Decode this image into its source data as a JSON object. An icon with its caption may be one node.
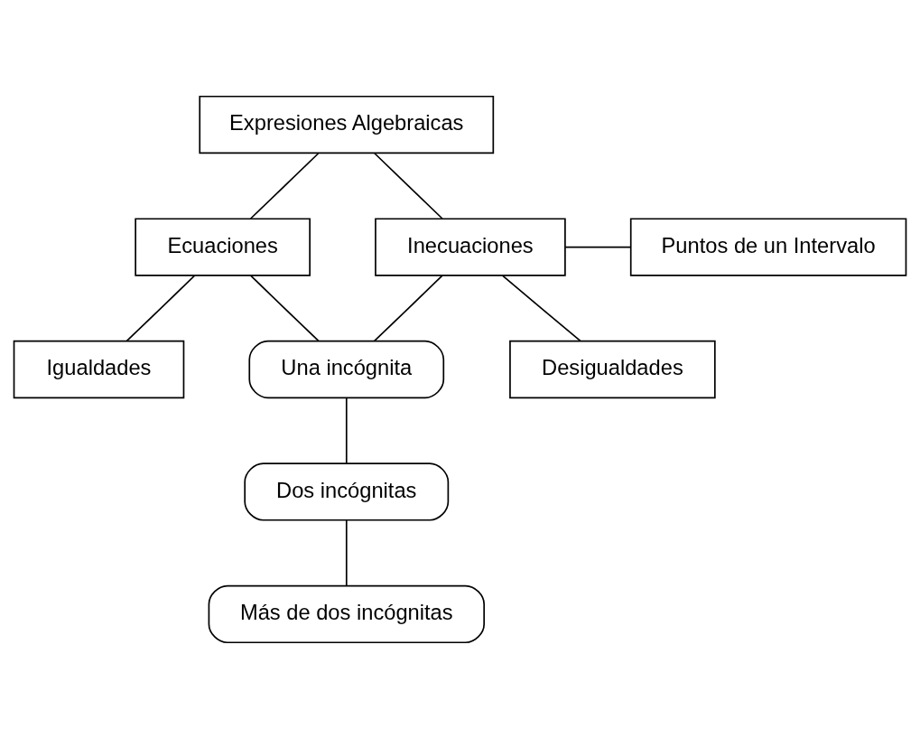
{
  "diagram": {
    "nodes": [
      {
        "text": [
          "Expresiones Algebraicas"
        ]
      },
      {
        "text": [
          "Ecuaciones"
        ]
      },
      {
        "text": [
          "Inecuaciones"
        ]
      },
      {
        "text": [
          "Puntos de un Intervalo"
        ]
      },
      {
        "text": [
          "Igualdades"
        ]
      },
      {
        "text": [
          "Una incógnita"
        ]
      },
      {
        "text": [
          "Desigualdades"
        ]
      },
      {
        "text": [
          "Dos incógnitas"
        ]
      },
      {
        "text": [
          "Más de dos incógnitas"
        ]
      }
    ],
    "edges": [
      {
        "from": 0,
        "to": 1,
        "arrow": "none"
      },
      {
        "from": 0,
        "to": 2,
        "arrow": "none"
      },
      {
        "from": 1,
        "to": 5,
        "arrow": "none"
      },
      {
        "from": 2,
        "to": 5,
        "arrow": "none"
      },
      {
        "from": 2,
        "to": 3,
        "arrow": "none"
      },
      {
        "from": 1,
        "to": 4,
        "arrow": "none"
      },
      {
        "from": 2,
        "to": 6,
        "arrow": "none"
      },
      {
        "from": 5,
        "to": 7,
        "arrow": "none"
      },
      {
        "from": 7,
        "to": 8,
        "arrow": "none"
      }
    ]
  }
}
